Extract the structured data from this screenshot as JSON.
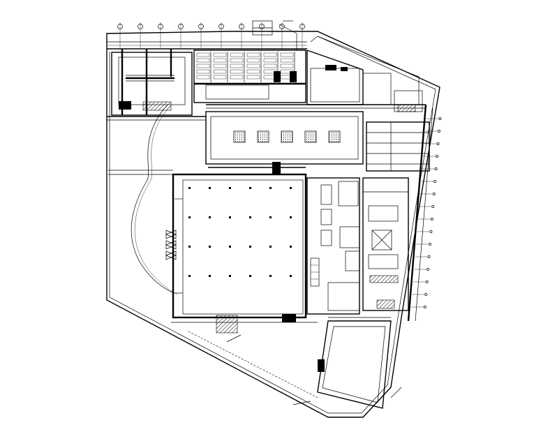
{
  "drawing": {
    "type": "architectural floor plan",
    "line_color": "#000000",
    "background": "#ffffff"
  },
  "column_grid": {
    "marker_count": 10
  },
  "interior": {
    "skylight_count": 5,
    "column_rows": 4,
    "column_cols": 6,
    "elevator_count": 1
  }
}
